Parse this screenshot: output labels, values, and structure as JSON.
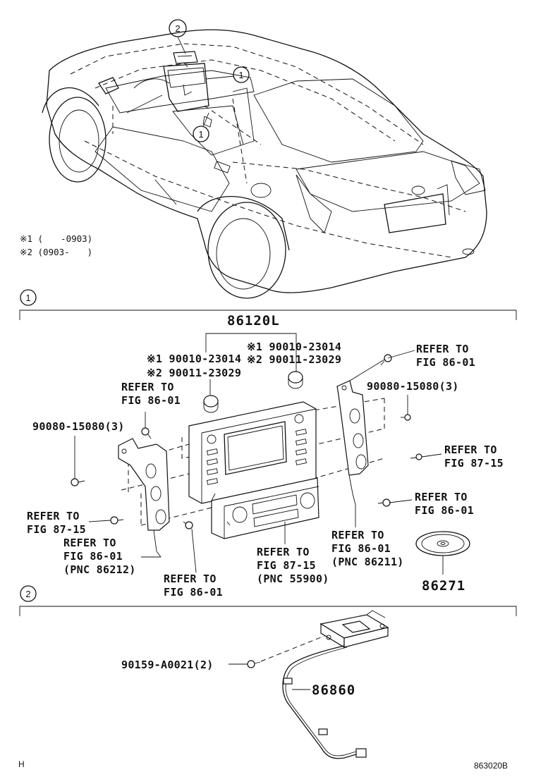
{
  "header": {
    "footnote_1": "※1 (　　-0903)",
    "footnote_2": "※2 (0903-　　)"
  },
  "section_markers": {
    "top_callout_1": "2",
    "car_callout_a": "1",
    "car_callout_b": "1",
    "section_1": "1",
    "section_2": "2"
  },
  "section1": {
    "assembly": "86120L",
    "knob_left_1": "※1 90010-23014",
    "knob_left_2": "※2 90011-23029",
    "knob_right_1": "※1 90010-23014",
    "knob_right_2": "※2 90011-23029",
    "refer_tr_a": "REFER TO",
    "refer_tr_b": "FIG 86-01",
    "bolt_right": "90080-15080(3)",
    "refer_ml_a": "REFER TO",
    "refer_ml_b": "FIG 86-01",
    "bolt_left": "90080-15080(3)",
    "refer_r8715_a": "REFER TO",
    "refer_r8715_b": "FIG 87-15",
    "refer_r8601_a": "REFER TO",
    "refer_r8601_b": "FIG 86-01",
    "refer_l8715_a": "REFER TO",
    "refer_l8715_b": "FIG 87-15",
    "refer_lpnc_a": "REFER TO",
    "refer_lpnc_b": "FIG 86-01",
    "refer_lpnc_c": "(PNC 86212)",
    "refer_bl_a": "REFER TO",
    "refer_bl_b": "FIG 86-01",
    "refer_bc_a": "REFER TO",
    "refer_bc_b": "FIG 87-15",
    "refer_bc_c": "(PNC 55900)",
    "refer_rpnc_a": "REFER TO",
    "refer_rpnc_b": "FIG 86-01",
    "refer_rpnc_c": "(PNC 86211)",
    "disc_part": "86271"
  },
  "section2": {
    "screw": "90159-A0021(2)",
    "antenna_part": "86860"
  },
  "footer": {
    "left_mark": "H",
    "diagram_code": "863020B"
  }
}
